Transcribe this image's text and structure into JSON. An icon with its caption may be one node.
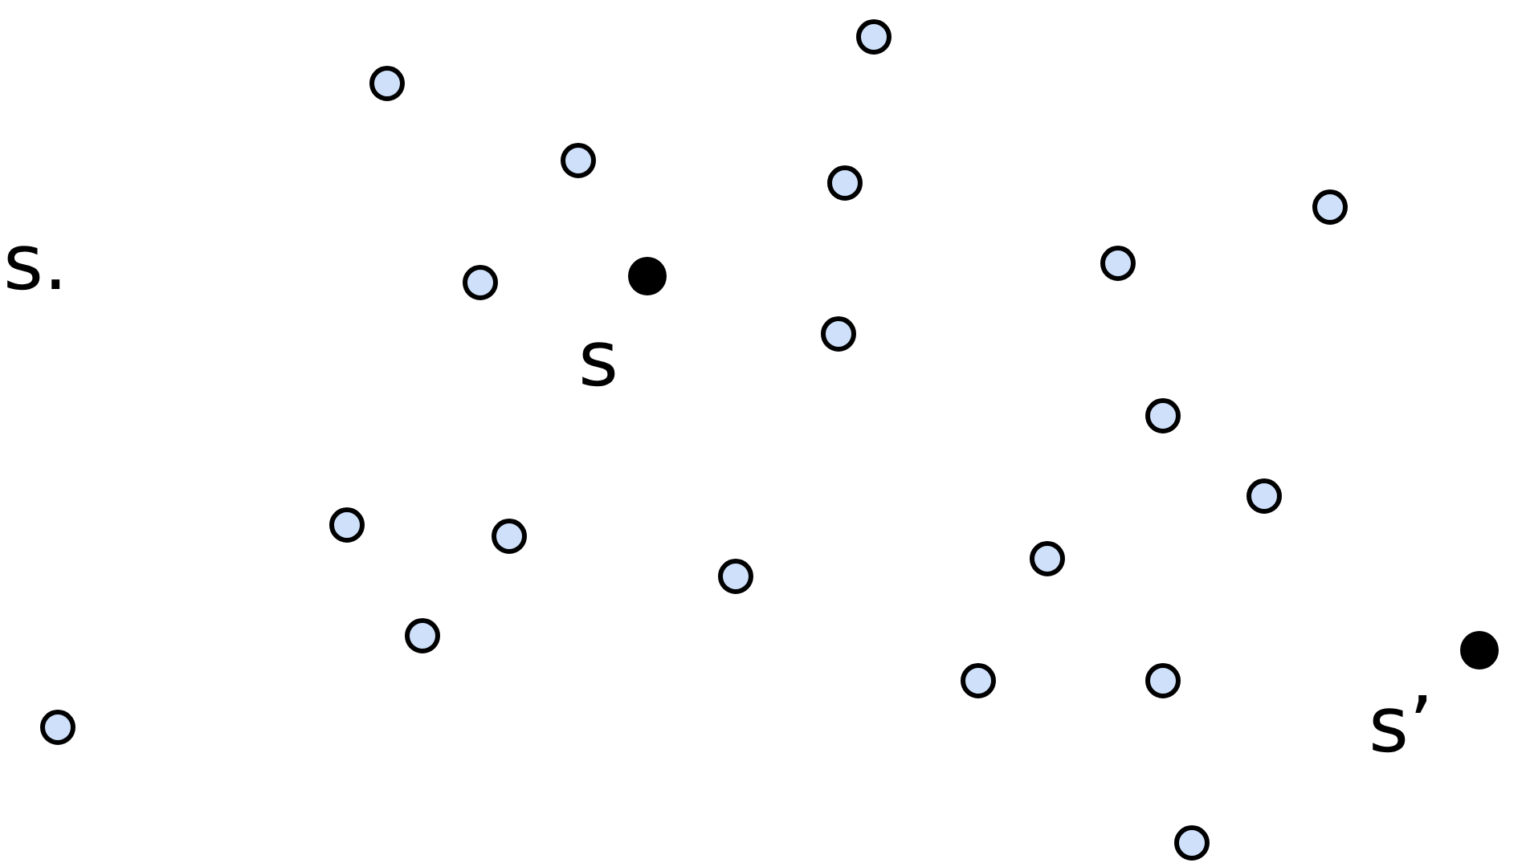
{
  "diagram": {
    "nodes": [
      {
        "text": [],
        "shape": "circle"
      },
      {
        "text": [],
        "shape": "circle"
      },
      {
        "text": [],
        "shape": "circle"
      },
      {
        "text": [],
        "shape": "circle"
      },
      {
        "text": [],
        "shape": "circle"
      },
      {
        "text": [],
        "shape": "circle"
      },
      {
        "text": [],
        "shape": "circle"
      },
      {
        "text": [],
        "shape": "circle",
        "beside": [
          "s"
        ]
      },
      {
        "text": [],
        "shape": "circle"
      },
      {
        "text": [],
        "shape": "circle"
      },
      {
        "text": [],
        "shape": "circle"
      },
      {
        "text": [],
        "shape": "circle"
      },
      {
        "text": [],
        "shape": "circle"
      },
      {
        "text": [],
        "shape": "circle"
      },
      {
        "text": [],
        "shape": "circle"
      },
      {
        "text": [],
        "shape": "circle"
      },
      {
        "text": [],
        "shape": "circle"
      },
      {
        "text": [],
        "shape": "circle"
      },
      {
        "text": [],
        "shape": "circle"
      },
      {
        "text": [],
        "shape": "circle"
      },
      {
        "text": [],
        "shape": "circle",
        "beside": [
          "s’"
        ]
      }
    ],
    "labels": [
      "s."
    ]
  }
}
